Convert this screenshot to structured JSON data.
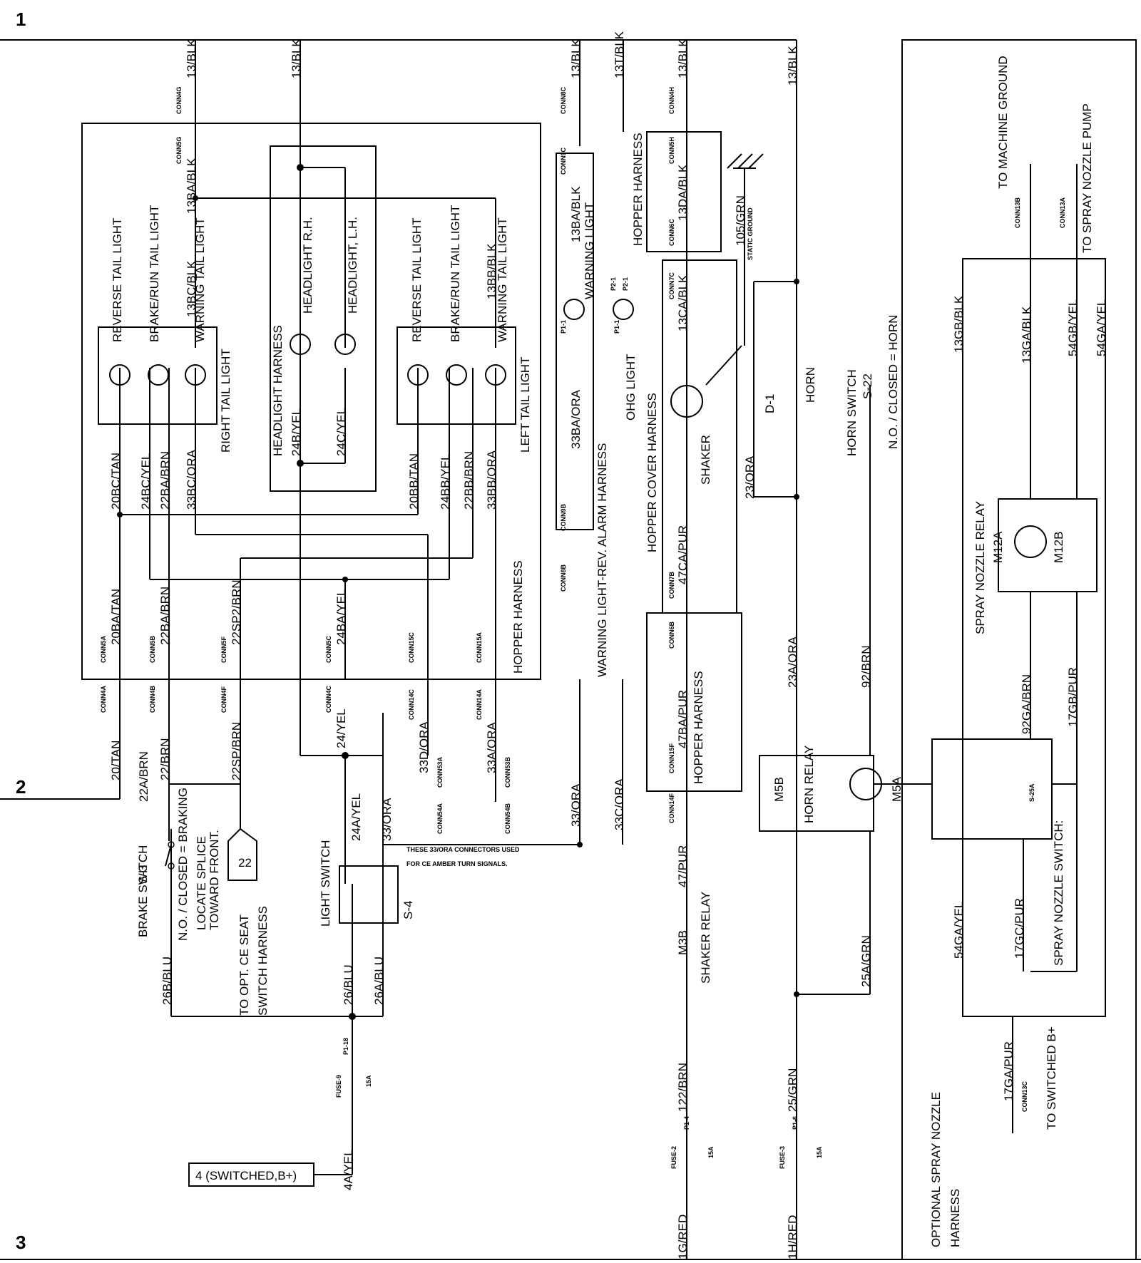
{
  "sheet_markers": {
    "m1": "1",
    "m2": "2",
    "m3": "3"
  },
  "wires": {
    "w13blk_a": "13/BLK",
    "w13blk_b": "13/BLK",
    "w13blk_c": "13/BLK",
    "w13blk_d": "13/BLK",
    "w13blk_e": "13/BLK",
    "w13t": "13T/BLK",
    "w13ba_r": "13BA/BLK",
    "w13bc": "13BC/BLK",
    "w13bb": "13BB/BLK",
    "w13ba_w": "13BA/BLK",
    "w13da": "13DA/BLK",
    "w13ca": "13CA/BLK",
    "w105": "105/GRN",
    "w20bc": "20BC/TAN",
    "w24bc": "24BC/YEL",
    "w22ba_u": "22BA/BRN",
    "w33bc": "33BC/ORA",
    "w24b": "24B/YEL",
    "w24c": "24C/YEL",
    "w20bb": "20BB/TAN",
    "w24bb": "24BB/YEL",
    "w22bb": "22BB/BRN",
    "w33bb": "33BB/ORA",
    "w33ba": "33BA/ORA",
    "w47ca": "47CA/PUR",
    "w23ora": "23/ORA",
    "w20ba": "20BA/TAN",
    "w22ba": "22BA/BRN",
    "w22sp2": "22SP2/BRN",
    "w24ba": "24BA/YEL",
    "w20tan": "20/TAN",
    "w22a": "22A/BRN",
    "w22brn": "22/BRN",
    "w22sp": "22SP/BRN",
    "w24yel": "24/YEL",
    "w33d": "33D/ORA",
    "w33a": "33A/ORA",
    "w24a": "24A/YEL",
    "w33ora": "33/ORA",
    "w33ora2": "33/ORA",
    "w33c": "33C/ORA",
    "w47ba": "47BA/PUR",
    "w47pur": "47/PUR",
    "w23a": "23A/ORA",
    "w92": "92/BRN",
    "w25a": "25A/GRN",
    "w26b": "26B/BLU",
    "w26": "26/BLU",
    "w26a": "26A/BLU",
    "w122": "122/BRN",
    "w25grn": "25/GRN",
    "w4a": "4A/YEL",
    "w1g": "1G/RED",
    "w1h": "1H/RED",
    "w13gb": "13GB/BLK",
    "w13ga": "13GA/BLK",
    "w54gb": "54GB/YEL",
    "w54ga": "54GA/YEL",
    "w92ga": "92GA/BRN",
    "w17gb": "17GB/PUR",
    "w54ga2": "54GA/YEL",
    "w17gc": "17GC/PUR",
    "w17ga": "17GA/PUR"
  },
  "components": {
    "reverse_tail_r": "REVERSE TAIL LIGHT",
    "brake_run_r": "BRAKE/RUN TAIL LIGHT",
    "warning_tail_r": "WARNING TAIL LIGHT",
    "right_tail": "RIGHT TAIL LIGHT",
    "headlight_harness": "HEADLIGHT HARNESS",
    "headlight_rh": "HEADLIGHT R.H.",
    "headlight_lh": "HEADLIGHT, L.H.",
    "reverse_tail_l": "REVERSE TAIL LIGHT",
    "brake_run_l": "BRAKE/RUN TAIL LIGHT",
    "warning_tail_l": "WARNING TAIL LIGHT",
    "left_tail": "LEFT TAIL LIGHT",
    "hopper_harness_1": "HOPPER HARNESS",
    "hopper_harness_2": "HOPPER HARNESS",
    "hopper_harness_3": "HOPPER HARNESS",
    "warning_light": "WARNING LIGHT",
    "ohg_light": "OHG LIGHT",
    "alarm_harness": "WARNING LIGHT-REV. ALARM HARNESS",
    "hopper_cover": "HOPPER COVER HARNESS",
    "shaker": "SHAKER",
    "static_ground": "STATIC GROUND",
    "d1": "D-1",
    "horn": "HORN",
    "horn_switch": "HORN SWITCH",
    "s22": "S-22",
    "horn_no": "N.O. / CLOSED = HORN",
    "m5b": "M5B",
    "horn_relay": "HORN RELAY",
    "m5a": "M5A",
    "m3b": "M3B",
    "shaker_relay": "SHAKER RELAY",
    "s3": "S-3",
    "brake_switch": "BRAKE SWITCH",
    "brake_no": "N.O. / CLOSED = BRAKING",
    "locate_splice": "LOCATE SPLICE",
    "toward_front": "TOWARD FRONT.",
    "opt_ce_seat": "TO OPT. CE SEAT",
    "switch_harness": "SWITCH HARNESS",
    "ref22": "22",
    "light_switch": "LIGHT SWITCH",
    "s4": "S-4",
    "ce_note_1": "THESE 33/ORA CONNECTORS USED",
    "ce_note_2": "FOR CE AMBER TURN SIGNALS.",
    "fuse9": "FUSE-9",
    "fuse2": "FUSE-2",
    "fuse3": "FUSE-3",
    "f15a_9": "15A",
    "f15a_2": "15A",
    "f15a_3": "15A",
    "switched_bplus": "4   (SWITCHED,B+)",
    "to_machine_ground": "TO MACHINE GROUND",
    "to_spray_pump": "TO SPRAY NOZZLE PUMP",
    "spray_relay": "SPRAY NOZZLE RELAY",
    "m12a": "M12A",
    "m12b": "M12B",
    "s25a": "S-25A",
    "spray_switch": "SPRAY NOZZLE SWITCH:",
    "to_switched_bplus": "TO SWITCHED B+",
    "optional_1": "OPTIONAL  SPRAY NOZZLE",
    "optional_2": "HARNESS"
  },
  "connectors": {
    "c4g": "CONN4G",
    "c5g": "CONN5G",
    "c8c": "CONN8C",
    "c9c": "CONN9C",
    "c4h": "CONN4H",
    "c5h": "CONN5H",
    "c6c": "CONN6C",
    "c7c": "CONN7C",
    "c9b": "CONN9B",
    "c8b": "CONN8B",
    "c7b": "CONN7B",
    "c6b": "CONN6B",
    "c5a": "CONN5A",
    "c5b": "CONN5B",
    "c5f": "CONN5F",
    "c5c": "CONN5C",
    "c15c": "CONN15C",
    "c15a": "CONN15A",
    "c4a": "CONN4A",
    "c4b": "CONN4B",
    "c4f": "CONN4F",
    "c4c": "CONN4C",
    "c14c": "CONN14C",
    "c14a": "CONN14A",
    "c53a": "CONN53A",
    "c53b": "CONN53B",
    "c54a": "CONN54A",
    "c54b": "CONN54B",
    "c15f": "CONN15F",
    "c14f": "CONN14F",
    "c13b": "CONN13B",
    "c13a": "CONN13A",
    "c13c": "CONN13C",
    "p21": "P2-1",
    "p11": "P1-1",
    "p21b": "P2-1",
    "p11b": "P1-1",
    "p118": "P1-18",
    "p14": "P1-4",
    "p16": "P1-6"
  }
}
